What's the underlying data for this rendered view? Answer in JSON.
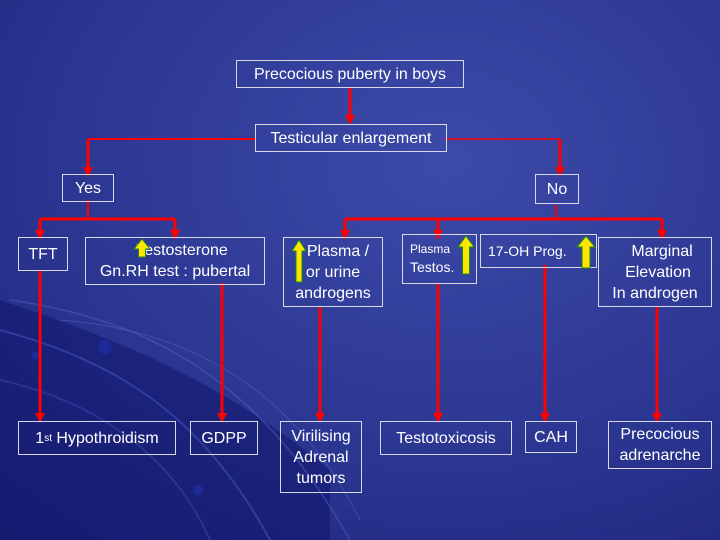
{
  "diagram": {
    "root": "Precocious puberty in boys",
    "level1": "Testicular enlargement",
    "yes": "Yes",
    "no": "No",
    "tft": "TFT",
    "testosterone_line1": "Testosterone",
    "testosterone_line2": "Gn.RH test : pubertal",
    "plasma_line1": "Plasma /",
    "plasma_line2": "or urine",
    "plasma_line3": "androgens",
    "plasma_testos_line1": "Plasma",
    "plasma_testos_line2": "Testos.",
    "ohprog": "17-OH Prog.",
    "marginal_line1": "Marginal",
    "marginal_line2": "Elevation",
    "marginal_line3": "In androgen",
    "hypo_ordinal": "1",
    "hypo_sup": "st",
    "hypo_text": " Hypothroidism",
    "gdpp": "GDPP",
    "viril_line1": "Virilising",
    "viril_line2": "Adrenal",
    "viril_line3": "tumors",
    "testotoxicosis": "Testotoxicosis",
    "cah": "CAH",
    "adren_line1": "Precocious",
    "adren_line2": "adrenarche"
  },
  "colors": {
    "arrow": "#ff0000",
    "up_arrow_fill": "#ffe600",
    "up_arrow_stroke": "#1a8a1a",
    "box_border": "#d8d8e8",
    "text": "#ffffff"
  }
}
